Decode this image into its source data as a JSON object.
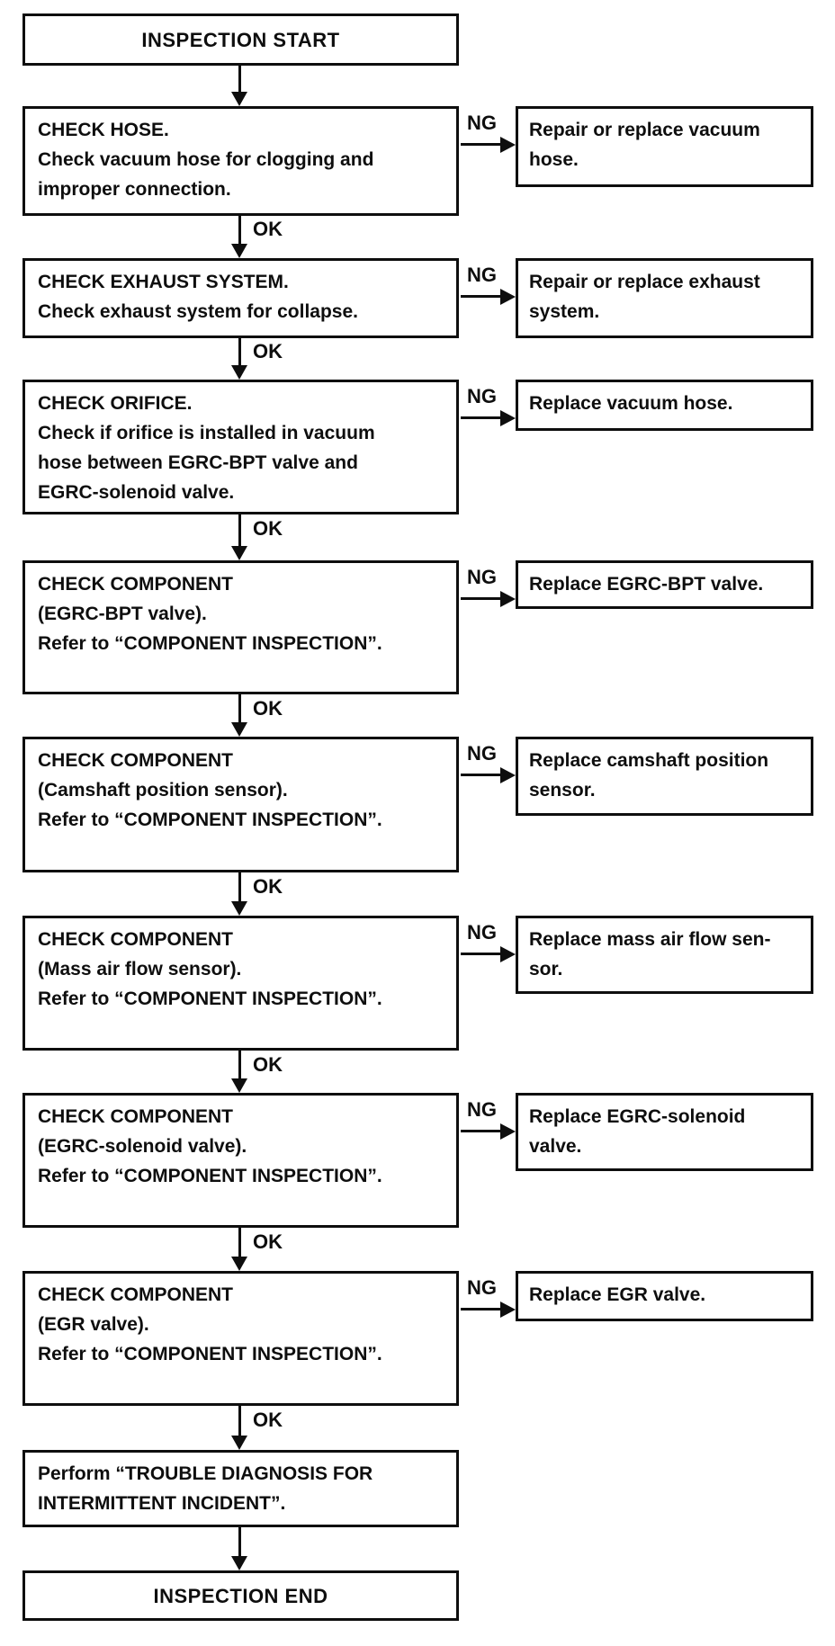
{
  "colors": {
    "ink": "#0e0e0e",
    "paper": "#ffffff"
  },
  "flowchart": {
    "start_label": "INSPECTION START",
    "end_label": "INSPECTION END",
    "ok_label": "OK",
    "ng_label": "NG",
    "steps": [
      {
        "check": "CHECK HOSE.\nCheck vacuum hose for clogging and\nimproper connection.",
        "ng_action": "Repair or replace vacuum\nhose."
      },
      {
        "check": "CHECK EXHAUST SYSTEM.\nCheck exhaust system for collapse.",
        "ng_action": "Repair or replace exhaust\nsystem."
      },
      {
        "check": "CHECK ORIFICE.\nCheck if orifice is installed in vacuum\nhose between EGRC-BPT valve and\nEGRC-solenoid valve.",
        "ng_action": "Replace vacuum hose."
      },
      {
        "check": "CHECK COMPONENT\n(EGRC-BPT valve).\nRefer to “COMPONENT INSPECTION”.",
        "ng_action": "Replace EGRC-BPT valve."
      },
      {
        "check": "CHECK COMPONENT\n(Camshaft position sensor).\nRefer to “COMPONENT INSPECTION”.",
        "ng_action": "Replace camshaft position\nsensor."
      },
      {
        "check": "CHECK COMPONENT\n(Mass air flow sensor).\nRefer to “COMPONENT INSPECTION”.",
        "ng_action": "Replace mass air flow sen-\nsor."
      },
      {
        "check": "CHECK COMPONENT\n(EGRC-solenoid valve).\nRefer to “COMPONENT INSPECTION”.",
        "ng_action": "Replace EGRC-solenoid\nvalve."
      },
      {
        "check": "CHECK COMPONENT\n(EGR valve).\nRefer to “COMPONENT INSPECTION”.",
        "ng_action": "Replace EGR valve."
      }
    ],
    "final_step": "Perform “TROUBLE DIAGNOSIS FOR\nINTERMITTENT INCIDENT”."
  }
}
